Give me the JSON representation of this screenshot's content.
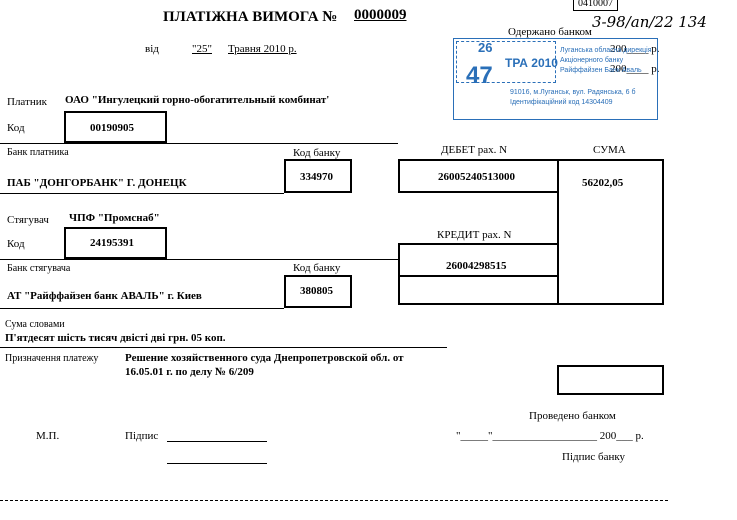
{
  "header": {
    "title": "ПЛАТІЖНА ВИМОГА №",
    "number": "0000009",
    "form_code": "0410007",
    "date_prefix": "від",
    "date_day": "\"25\"",
    "date_rest": "Травня 2010 р.",
    "received_label": "Одержано банком",
    "handwritten_ref": "3-98/ап/22 134",
    "year_suffix_1": "200____ р.",
    "year_suffix_2": "200____ р."
  },
  "stamp": {
    "day": "26",
    "month": "ТРА 2010",
    "number": "47",
    "line1": "Луганська обласна дирекція",
    "line2": "Акціонерного банку",
    "line3": "Райффайзен Банк Аваль",
    "line4": "91016, м.Луганськ, вул. Радянська, 6 б",
    "line5": "Ідентифікаційний код 14304409"
  },
  "payer": {
    "label": "Платник",
    "name": "ОАО \"Ингулецкий горно-обогатительный комбинат'",
    "code_label": "Код",
    "code": "00190905",
    "bank_label": "Банк платника",
    "bank_name": "ПАБ \"ДОНГОРБАНК\" Г. ДОНЕЦК",
    "bank_code_label": "Код банку",
    "bank_code": "334970"
  },
  "debit": {
    "label": "ДЕБЕТ рах. N",
    "account": "26005240513000"
  },
  "sum": {
    "label": "СУМА",
    "value": "56202,05"
  },
  "recipient": {
    "label": "Стягувач",
    "name": "ЧПФ \"Промснаб\"",
    "code_label": "Код",
    "code": "24195391",
    "bank_label": "Банк стягувача",
    "bank_name": "АТ \"Райффайзен банк АВАЛЬ\" г. Киев",
    "bank_code_label": "Код банку",
    "bank_code": "380805"
  },
  "credit": {
    "label": "КРЕДИТ рах. N",
    "account": "26004298515"
  },
  "words": {
    "label": "Сума словами",
    "value": "П'ятдесят шість тисяч двісті дві грн. 05 коп."
  },
  "purpose": {
    "label": "Призначення платежу",
    "line1": "Решение хозяйственного суда Днепропетровской обл. от",
    "line2": "16.05.01 г. по делу № 6/209"
  },
  "footer": {
    "mp": "М.П.",
    "signature_label": "Підпис",
    "processed_label": "Проведено банком",
    "processed_date": "\"_____\"___________________ 200___ р.",
    "bank_signature_label": "Підпис банку"
  }
}
